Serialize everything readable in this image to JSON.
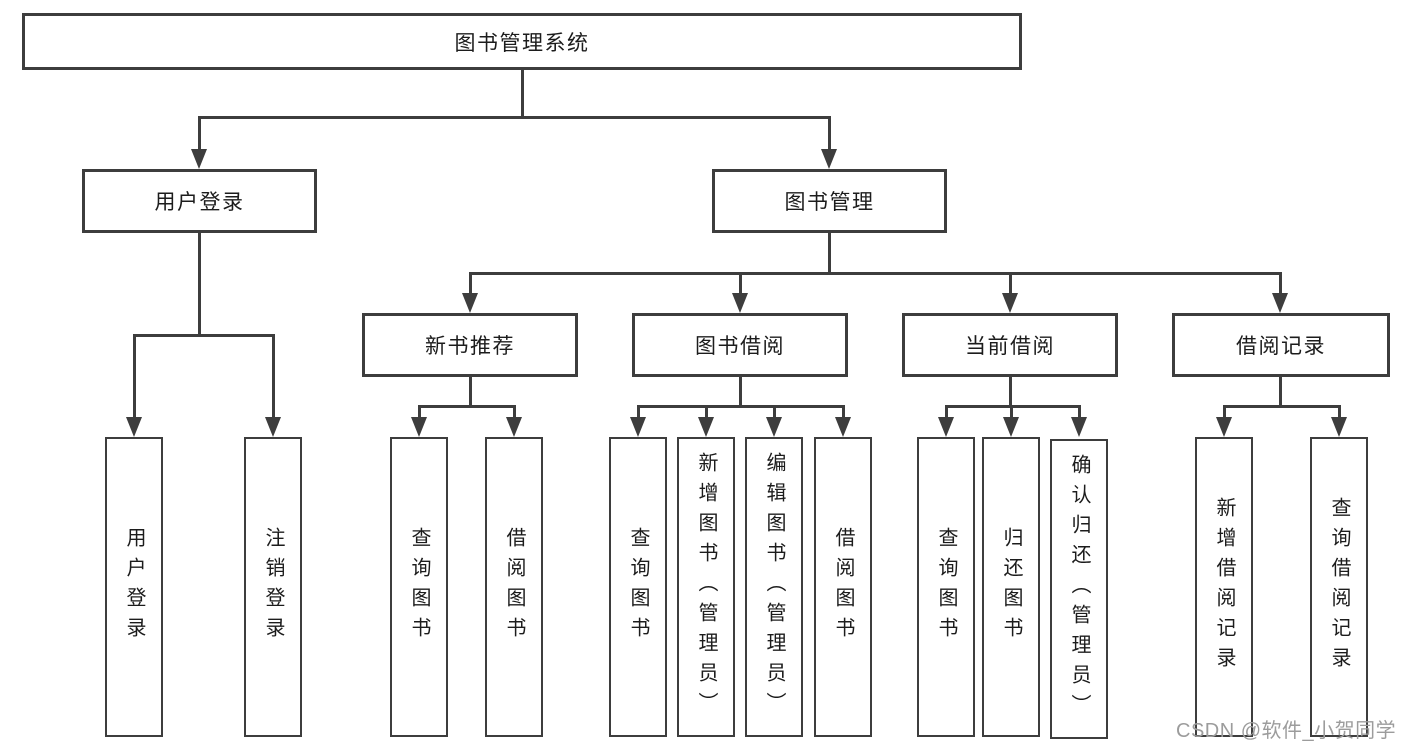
{
  "diagram_title": "图书管理系统",
  "colors": {
    "line": "#3d3d3d",
    "box_border": "#3d3d3d",
    "text": "#1c1c1c",
    "background": "#ffffff",
    "watermark": "#9c9c9c"
  },
  "nodes": {
    "root": {
      "label": "图书管理系统"
    },
    "level2": [
      {
        "label": "用户登录",
        "parent": "图书管理系统"
      },
      {
        "label": "图书管理",
        "parent": "图书管理系统"
      }
    ],
    "level3": [
      {
        "label": "新书推荐",
        "parent": "图书管理"
      },
      {
        "label": "图书借阅",
        "parent": "图书管理"
      },
      {
        "label": "当前借阅",
        "parent": "图书管理"
      },
      {
        "label": "借阅记录",
        "parent": "图书管理"
      }
    ],
    "leaves": [
      {
        "label": "用户登录",
        "parent": "用户登录"
      },
      {
        "label": "注销登录",
        "parent": "用户登录"
      },
      {
        "label": "查询图书",
        "parent": "新书推荐"
      },
      {
        "label": "借阅图书",
        "parent": "新书推荐"
      },
      {
        "label": "查询图书",
        "parent": "图书借阅"
      },
      {
        "label": "新增图书（管理员）",
        "parent": "图书借阅"
      },
      {
        "label": "编辑图书（管理员）",
        "parent": "图书借阅"
      },
      {
        "label": "借阅图书",
        "parent": "图书借阅"
      },
      {
        "label": "查询图书",
        "parent": "当前借阅"
      },
      {
        "label": "归还图书",
        "parent": "当前借阅"
      },
      {
        "label": "确认归还（管理员）",
        "parent": "当前借阅"
      },
      {
        "label": "新增借阅记录",
        "parent": "借阅记录"
      },
      {
        "label": "查询借阅记录",
        "parent": "借阅记录"
      }
    ]
  },
  "watermark": {
    "text": "CSDN @软件_小贺同学"
  }
}
